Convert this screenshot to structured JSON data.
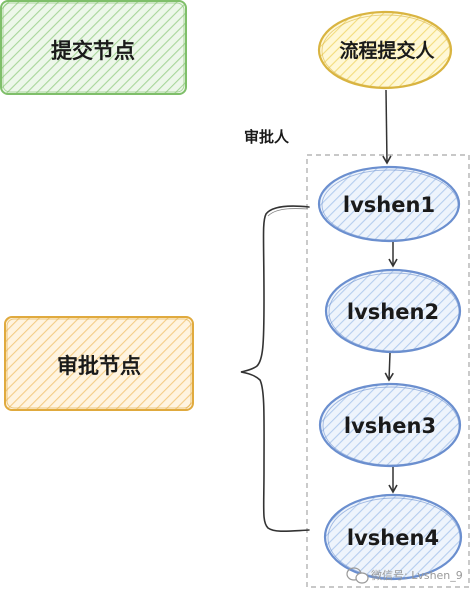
{
  "legend": {
    "submit_node_label": "提交节点",
    "approval_node_label": "审批节点"
  },
  "flow": {
    "submitter_label": "流程提交人",
    "approver_group_label": "审批人",
    "approvers": [
      "lvshen1",
      "lvshen2",
      "lvshen3",
      "lvshen4"
    ]
  },
  "watermark": "微信号: Lvshen_9",
  "colors": {
    "submit_fill": "#d6ecd0",
    "submit_stroke": "#7fbf6a",
    "approval_fill": "#fde6bd",
    "approval_stroke": "#e0aa3e",
    "submitter_fill": "#fff0b0",
    "submitter_stroke": "#d9b441",
    "approver_fill": "#d5e4f7",
    "approver_stroke": "#6b8fcf"
  }
}
